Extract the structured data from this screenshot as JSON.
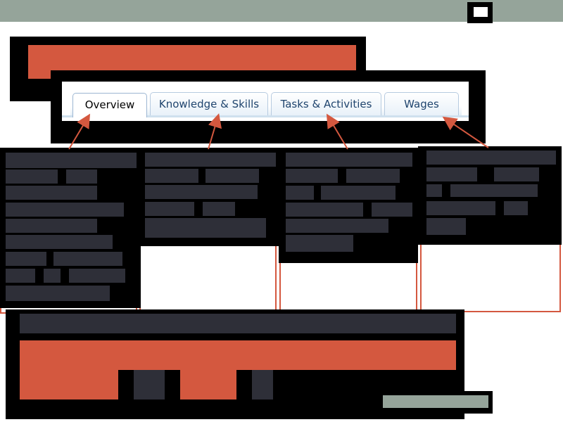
{
  "tabs": [
    {
      "label": "Overview",
      "active": true
    },
    {
      "label": "Knowledge & Skills",
      "active": false
    },
    {
      "label": "Tasks & Activities",
      "active": false
    },
    {
      "label": "Wages",
      "active": false
    }
  ],
  "colors": {
    "accent": "#d4583f",
    "redacted": "#2e2f38",
    "header_bar": "#95a49a",
    "tab_text": "#20456e"
  },
  "icons": [
    "close-icon",
    "arrow-icon"
  ]
}
